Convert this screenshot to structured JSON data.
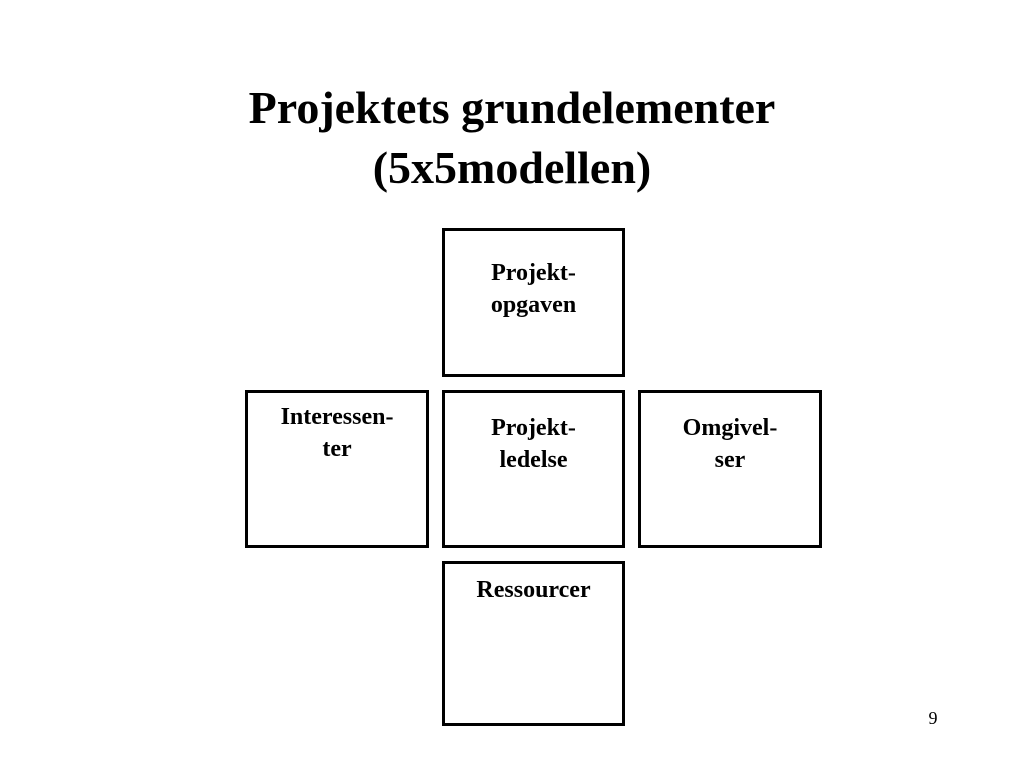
{
  "slide": {
    "title_line1": "Projektets grundelementer",
    "title_line2": "(5x5modellen)",
    "page_number": "9"
  },
  "boxes": {
    "top": {
      "line1": "Projekt-",
      "line2": "opgaven"
    },
    "left": {
      "line1": "Interessen-",
      "line2": "ter"
    },
    "center": {
      "line1": "Projekt-",
      "line2": "ledelse"
    },
    "right": {
      "line1": "Omgivel-",
      "line2": "ser"
    },
    "bottom": {
      "line1": "Ressourcer"
    }
  }
}
